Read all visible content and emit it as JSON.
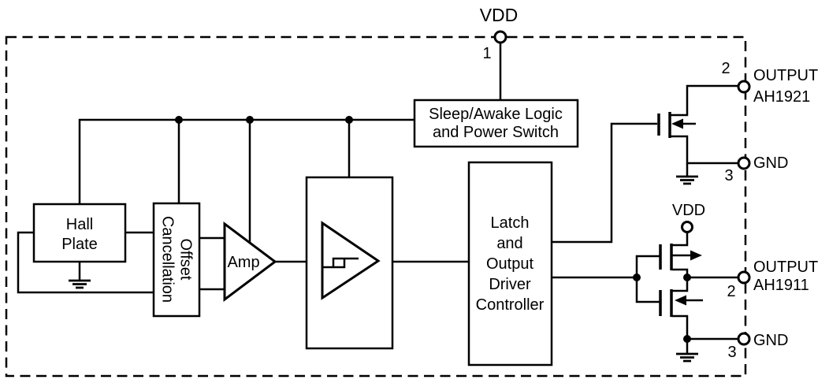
{
  "colors": {
    "ink": "#000000",
    "background": "#ffffff"
  },
  "pins": {
    "vdd": {
      "name": "VDD",
      "number": "1"
    },
    "output_ah1921": {
      "line1": "OUTPUT",
      "line2": "AH1921",
      "number": "2"
    },
    "gnd_ah1921": {
      "name": "GND",
      "number": "3"
    },
    "vdd_internal": {
      "name": "VDD"
    },
    "output_ah1911": {
      "line1": "OUTPUT",
      "line2": "AH1911",
      "number": "2"
    },
    "gnd_ah1911": {
      "name": "GND",
      "number": "3"
    }
  },
  "blocks": {
    "sleep_awake": {
      "lines": [
        "Sleep/Awake Logic",
        "and Power Switch"
      ]
    },
    "hall_plate": {
      "lines": [
        "Hall",
        "Plate"
      ]
    },
    "offset_cancellation": {
      "lines": [
        "Offset",
        "Cancellation"
      ]
    },
    "amplifier": {
      "label": "Amp"
    },
    "latch_output_driver": {
      "lines": [
        "Latch",
        "and",
        "Output",
        "Driver",
        "Controller"
      ]
    }
  }
}
